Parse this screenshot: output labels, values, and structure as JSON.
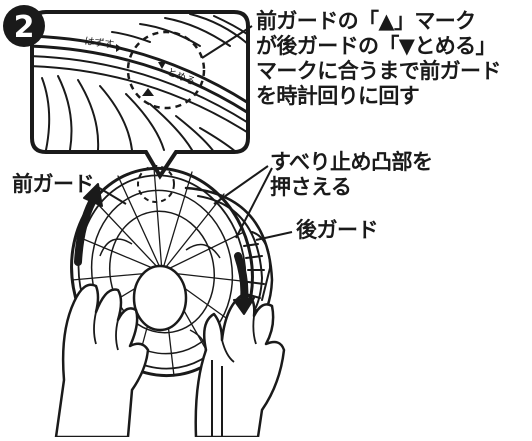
{
  "step_number": "2",
  "inset": {
    "mark_triangle_label": "はずす",
    "mark_down_label": "とめる"
  },
  "instruction": {
    "line1": "前ガードの「▲」マーク",
    "line2": "が後ガードの「▼とめる」",
    "line3": "マークに合うまで前ガード",
    "line4": "を時計回りに回す"
  },
  "labels": {
    "front_guard": "前ガード",
    "press_line1": "すべり止め凸部を",
    "press_line2": "押さえる",
    "rear_guard": "後ガード"
  },
  "colors": {
    "ink": "#1a1a1a",
    "background": "#ffffff",
    "badge": "#1a1a1a"
  }
}
